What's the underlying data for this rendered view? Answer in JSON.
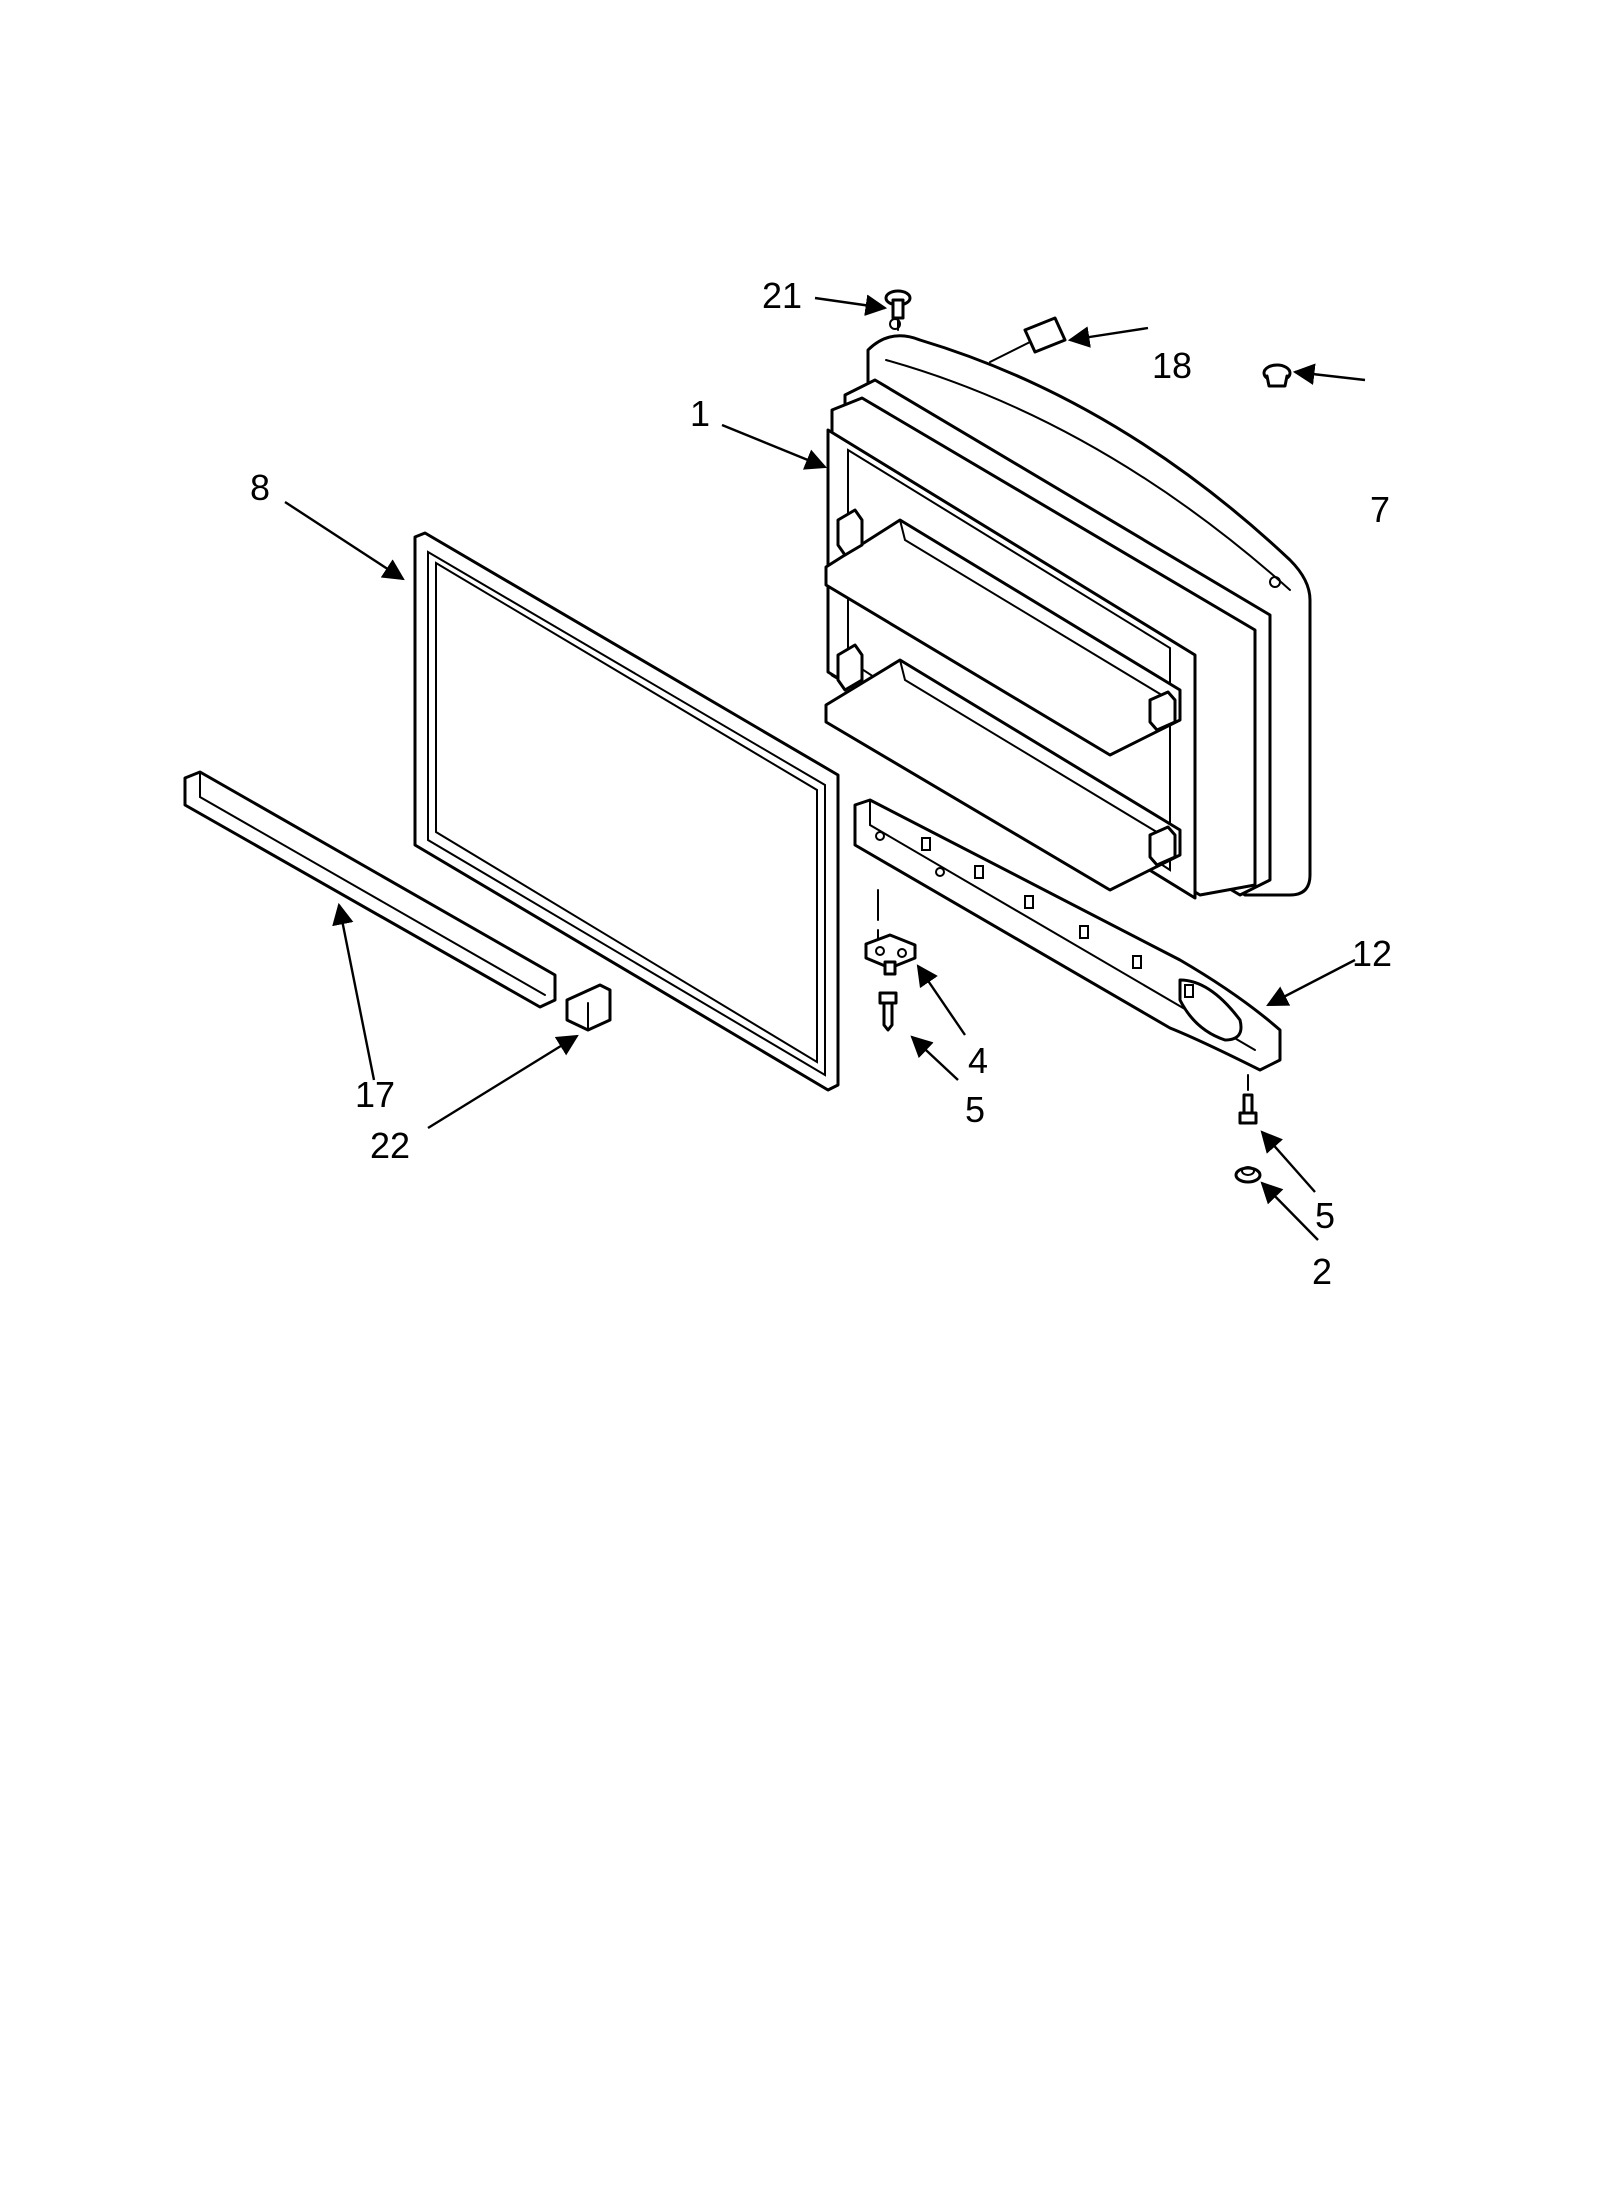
{
  "callouts": {
    "c1": "1",
    "c2": "2",
    "c4": "4",
    "c5a": "5",
    "c5b": "5",
    "c7": "7",
    "c8": "8",
    "c12": "12",
    "c17": "17",
    "c18": "18",
    "c21": "21",
    "c22": "22"
  }
}
